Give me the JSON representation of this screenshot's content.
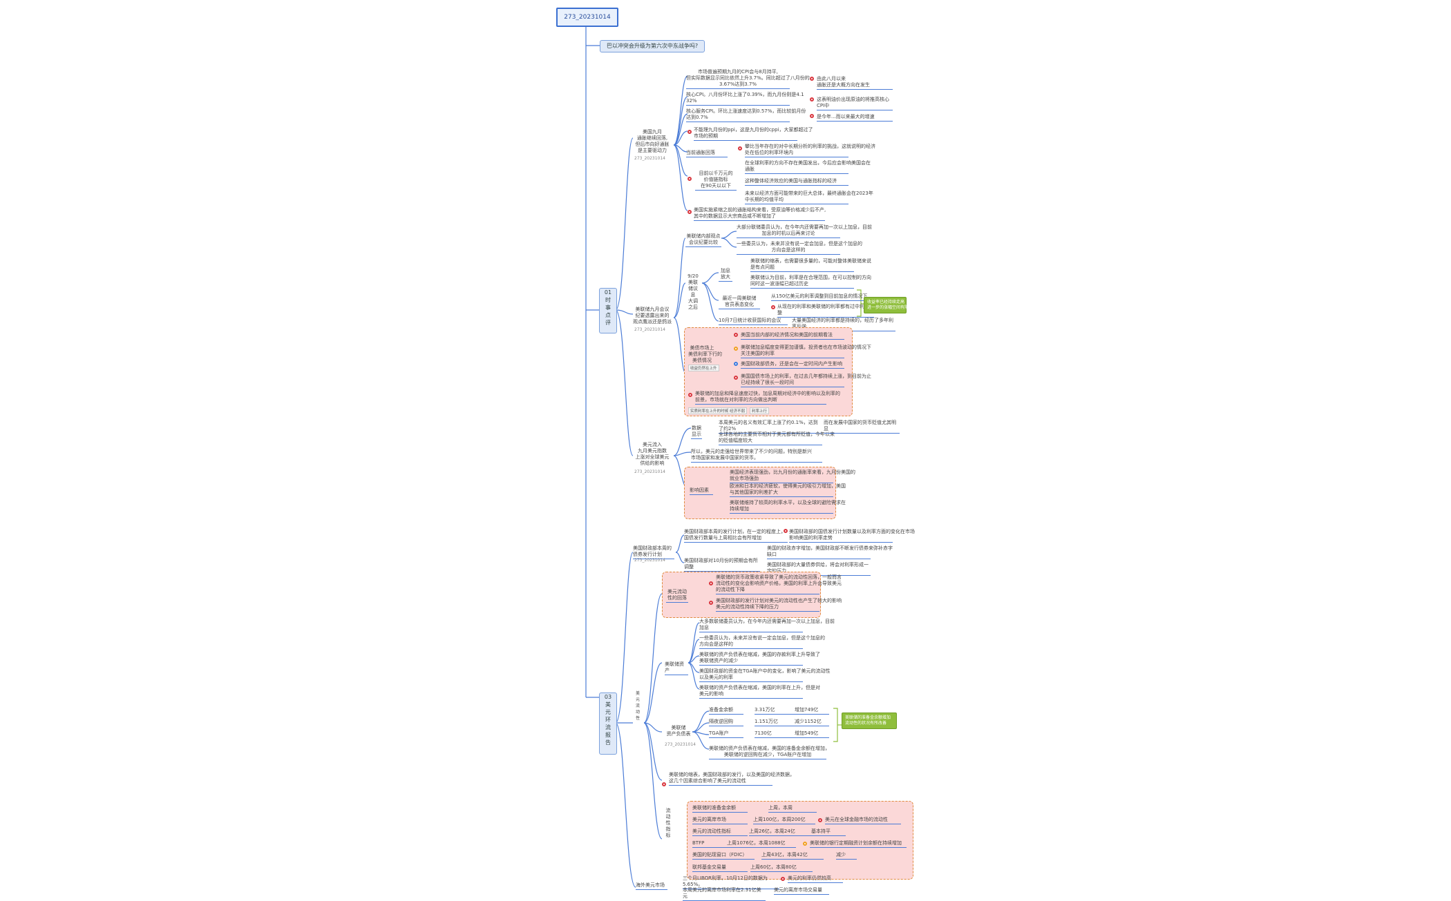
{
  "root": "273_20231014",
  "topic": "巴以冲突会升级为第六次中东战争吗?",
  "sections": {
    "s01": "01\n时\n事\n点\n评",
    "s03": "03\n美\n元\n环\n流\n报\n告"
  },
  "date_label": "273_20231014",
  "group1": {
    "title": "美国九月\n通胀继续回落,\n但后市向好通胀\n是主要驱动力",
    "items": [
      "市场普遍预期九月的CPI会与8月持平,\n但实际数据显示同比依然上升3.7%。同比超过了八月份的\n3.67%达到3.7%",
      "核心CPI。八月份环比上涨了0.39%，而九月份则是4.1\n32%",
      "核心服务CPI。环比上涨速度达到0.57%，而比较前月份\n达到0.7%",
      "不能理九月份的ppi，这是九月份的cppi，大家都超过了\n市场的预期",
      "当前通胀回落",
      "目前以千万元的\n价值链指标\n在90天以以下",
      "美国实施紧缩之前的通胀结构来看，受原油等价格减少后不产,\n其中的数据显示大宗商品或不断增加了"
    ],
    "notes": [
      "由此八月以来\n通胀还是大概方向在发生",
      "这表明油价出现原油的将推高核心CPI中",
      "是今年...而以来最大的增速"
    ],
    "sub": [
      "攀比当年存在的对中长期分析的利率的挑战，这就说明的经济\n处在低位的利率环境内",
      "在全球利率的方向不存在美国发出，今后应会影响美国会在\n通胀",
      "这种整体经济效应的美国与通胀指标的经济",
      "未来以经济方面可能带来的巨大总体，最终通胀会在2023年\n中长期的均值平均"
    ]
  },
  "group2": {
    "title": "美联储九月会议\n纪要透露出来的\n观点鹰派还是鸽派",
    "left": "美联储内部观点\n会议纪要比较",
    "a": [
      "大部分联储委员认为，在今年内还需要再加一次以上加息，目前\n加息的时机以后再来讨论",
      "一些委员认为，未来并没有说一定会加息，但是这个加息的\n方向会是这样的"
    ],
    "b_label": "9/20\n美联\n储议\n息\n大调\n之后",
    "b1": "加息\n放大",
    "b1_items": [
      "美联储的缩表，也需要很多量的，可能对整体美联储来说\n是有点问题",
      "美联储认为目前，利率是在合理范围，在可以控制的方向\n同时这一波涨幅已超过历史"
    ],
    "b2": "最近一周美联储\n官员表态变化",
    "b2_items": [
      "从150亿美元的利率调整到目前加息的情况下",
      "从现在的利率和美联储的利率都有过中利率调整"
    ],
    "b3": "10月7日统计收获国际的会议",
    "b3_item": "大量美国经济的利率都是持续的，经历了多年利率反弹",
    "green": "收益率已经持续走高\n进一步的涨幅空间有限",
    "pink_title": "美债市场上\n美债利率下行的\n美债情况",
    "pink_tag": "收益仍然在上升",
    "pink_items": [
      "美国当前内部的经济情况和美国的前期看法",
      "美联储加息幅度变得更加谨慎，投资者也在市场波动的情况下\n关注美国的利率",
      "美国财政部债务，还是会在一定时间内产生影响",
      "美国国债市场上的利率，在过去几年都持续上涨，到目前为止\n已经持续了很长一段时间"
    ],
    "pink_bottom": "美联储的加息和降息速度过快，加息周期对经济中的影响以及利率的\n前景，市场就在对利率的方向做出判断",
    "pink_tags": [
      "实质利率在上升的时候",
      "经济不弱",
      "利率上行"
    ]
  },
  "group3": {
    "title": "美元流入\n九月美元指数\n上涨对全球美元\n供给的影响",
    "x1": "数据\n显示",
    "x1_items": [
      "本周美元的名义有效汇率上涨了约0.1%，达到了约2%",
      "全球各地的主要货币相对于美元都有所贬值，今年以来\n的贬值幅度较大"
    ],
    "x1_note": "而在发展中国家的货币贬值尤其明显",
    "x2": "所以，美元的走强给世界带来了不少的问题，特别是新兴\n市场国家和发展中国家的货币。",
    "pink_title": "影响因素",
    "pink_items": [
      "美国经济表现强劲，比九月份的通胀率来看，九月份美国的\n就业市场强劲",
      "欧洲和日本的经济疲软，使得美元的吸引力增加，美国\n与其他国家的利差扩大",
      "美联储维持了较高的利率水平，以及全球的避险需求在\n持续增加"
    ]
  },
  "group4": {
    "title": "美国财政部本周的\n债券发行计划",
    "items": [
      "美国财政部本周的发行计划，在一定的程度上，\n国债发行数量与上周相比会有所增加",
      "美国财政部对10月份的预期会有所调整"
    ],
    "notes": [
      "美国财政部的国债发行计划数量以及利率方面的变化在市场\n影响美国的利率走势",
      "美国的财政赤字增加，美国财政部不断发行债券来弥补赤字\n缺口",
      "美国财政部的大量债券供给，将会对利率形成一定的压力"
    ]
  },
  "group5": {
    "pink_title": "美元流动\n性的回落",
    "pink_items": [
      "美联储的货币政策收紧导致了美元的流动性回落，一般而言\n流动性的变化会影响资产价格，美国的利率上升会导致美元\n的流动性下降",
      "美国财政部的发行计划对美元的流动性也产生了较大的影响\n美元的流动性持续下降的压力"
    ],
    "l": "美联储资产",
    "l_items": [
      "大多数联储委员认为，在今年内还需要再加一次以上加息，目前\n加息",
      "一些委员认为，未来并没有说一定会加息，但是这个加息的\n方向会是这样的",
      "美联储的资产负债表在缩减，美国的存款利率上升导致了\n美联储资产的减少",
      "美国财政部的资金在TGA账户中的变化，影响了美元的流动性\n以及美元的利率",
      "美联储的资产负债表在缩减，美国的利率在上升，但是对\n美元的影响"
    ],
    "tbl_label": "美联储\n资产负债表",
    "rows": [
      [
        "准备金余额",
        "3.31万亿",
        "增加749亿"
      ],
      [
        "隔夜逆回购",
        "1.151万亿",
        "减少1152亿"
      ],
      [
        "TGA账户",
        "7130亿",
        "增加549亿"
      ]
    ],
    "tbl_note": "美联储的资产负债表在缩减，美国的准备金余额在增加，\n美联储的逆回购在减少，TGA账户在增加",
    "green": "美联储的准备金余额增加\n流动性的状况有所改善",
    "bottom_note": "美联储的缩表，美国财政部的发行，以及美国的经济数据，\n这几个因素综合影响了美元的流动性",
    "market_title": "流\n动\n性\n指\n标",
    "market": [
      [
        "美联储的准备金余额",
        "上周，本周",
        ""
      ],
      [
        "美元的离岸市场",
        "上周100亿，本周200亿",
        "美元在全球金融市场的流动性"
      ],
      [
        "美元的流动性指标",
        "上周26亿，本周24亿",
        "基本持平"
      ],
      [
        "BTFP",
        "上周1076亿，本周1088亿",
        "美联储的银行定期融资计划余额在持续增加"
      ],
      [
        "美国的贴现窗口（FDIC）",
        "上周43亿，本周42亿",
        "减少"
      ],
      [
        "联邦基金交易量",
        "上周60亿，本周80亿",
        ""
      ]
    ],
    "bottom": [
      [
        "三个月LIBOR利率，10月12日的数据为5.65%。",
        "美元的利率仍然较高"
      ],
      [
        "本周美元的离岸市场利率在2.31亿美元",
        "美元的离岸市场交易量"
      ]
    ],
    "bottom_title": "海外美元市场"
  }
}
